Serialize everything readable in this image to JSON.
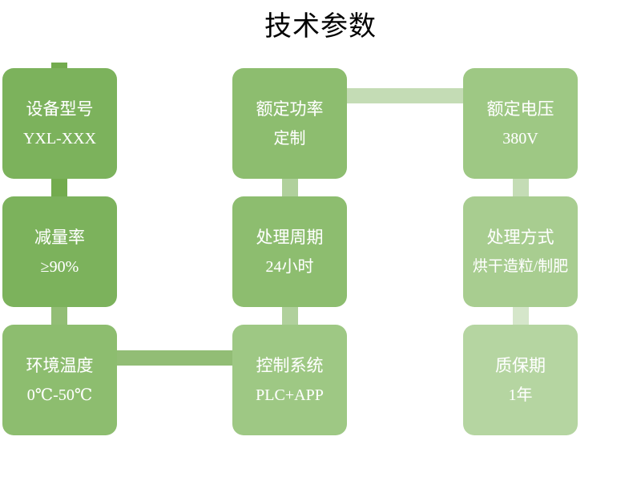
{
  "slide": {
    "title": "技术参数",
    "background_color": "#ffffff",
    "accent_color": "#73ab4e",
    "text_color": "#ffffff"
  },
  "specs": [
    {
      "label": "设备型号",
      "value": "YXL-XXX",
      "fill": "#7cb25c"
    },
    {
      "label": "额定功率",
      "value": "定制",
      "fill": "#8dbd6f"
    },
    {
      "label": "额定电压",
      "value": "380V",
      "fill": "#9ec884"
    },
    {
      "label": "减量率",
      "value": "≥90%",
      "fill": "#7cb25c"
    },
    {
      "label": "处理周期",
      "value": "24小时",
      "fill": "#8dbd6f"
    },
    {
      "label": "处理方式",
      "value": "烘干造粒/制肥",
      "fill": "#a8cd90"
    },
    {
      "label": "环境温度",
      "value": "0℃-50℃",
      "fill": "#8dbd6f"
    },
    {
      "label": "控制系统",
      "value": "PLC+APP",
      "fill": "#9ec884"
    },
    {
      "label": "质保期",
      "value": "1年",
      "fill": "#b5d5a1"
    }
  ]
}
